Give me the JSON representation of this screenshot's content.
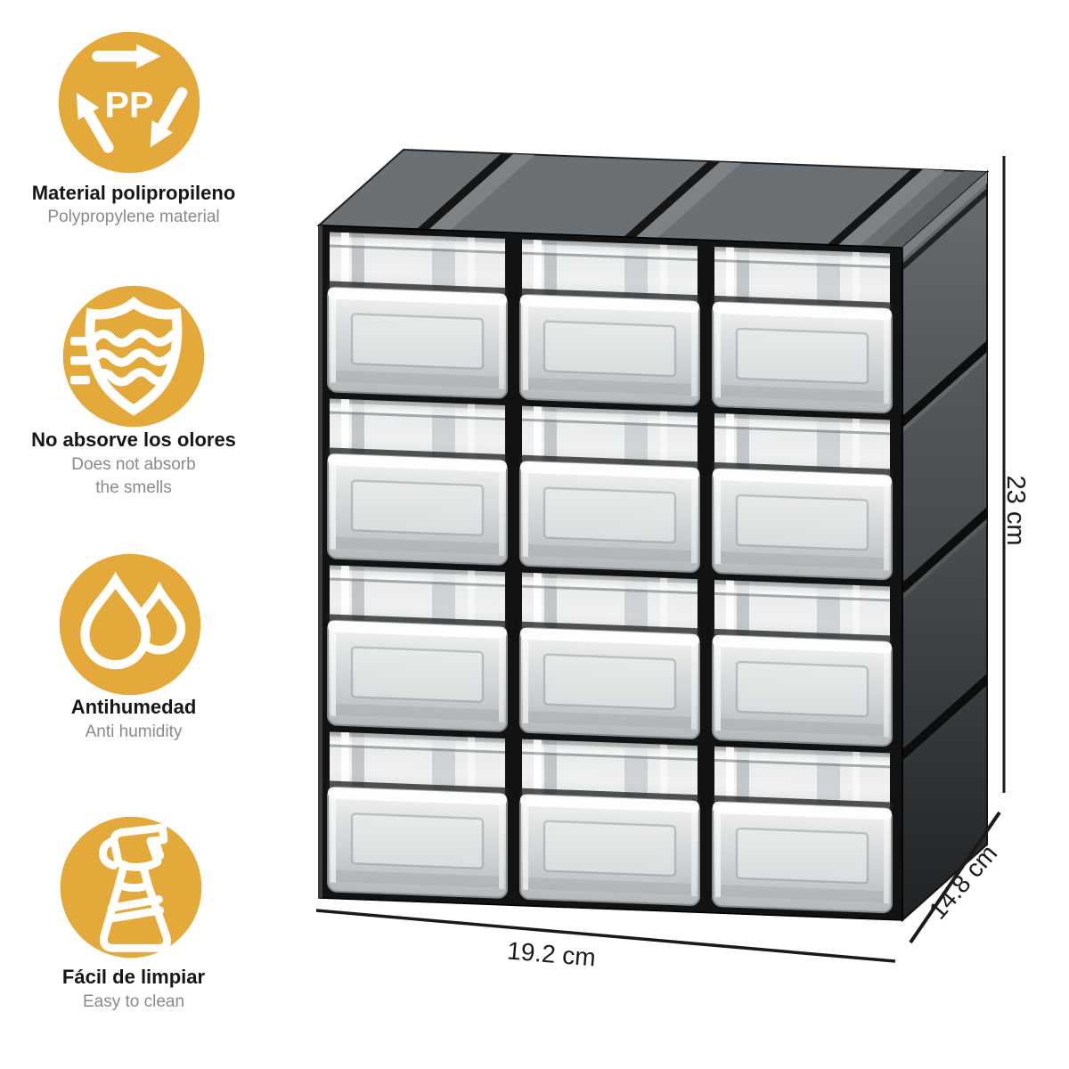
{
  "features": [
    {
      "icon": "recycling-pp-icon",
      "badge": "PP",
      "title": "Material polipropileno",
      "subtitle": "Polypropylene material"
    },
    {
      "icon": "shield-waves-icon",
      "title": "No absorve los olores",
      "subtitle": "Does not absorb\nthe smells"
    },
    {
      "icon": "water-drops-icon",
      "title": "Antihumedad",
      "subtitle": "Anti humidity"
    },
    {
      "icon": "spray-bottle-icon",
      "title": "Fácil de limpiar",
      "subtitle": "Easy to clean"
    }
  ],
  "dimensions": {
    "width_label": "19.2 cm",
    "depth_label": "14.8 cm",
    "height_label": "23 cm"
  },
  "cabinet": {
    "drawer_columns": 3,
    "drawer_rows": 4,
    "drawer_count": 12
  },
  "colors": {
    "accent": "#E3A93A",
    "title_text": "#161616",
    "subtitle_text": "#8A8A8A",
    "dimension_line": "#1A1A1A"
  }
}
